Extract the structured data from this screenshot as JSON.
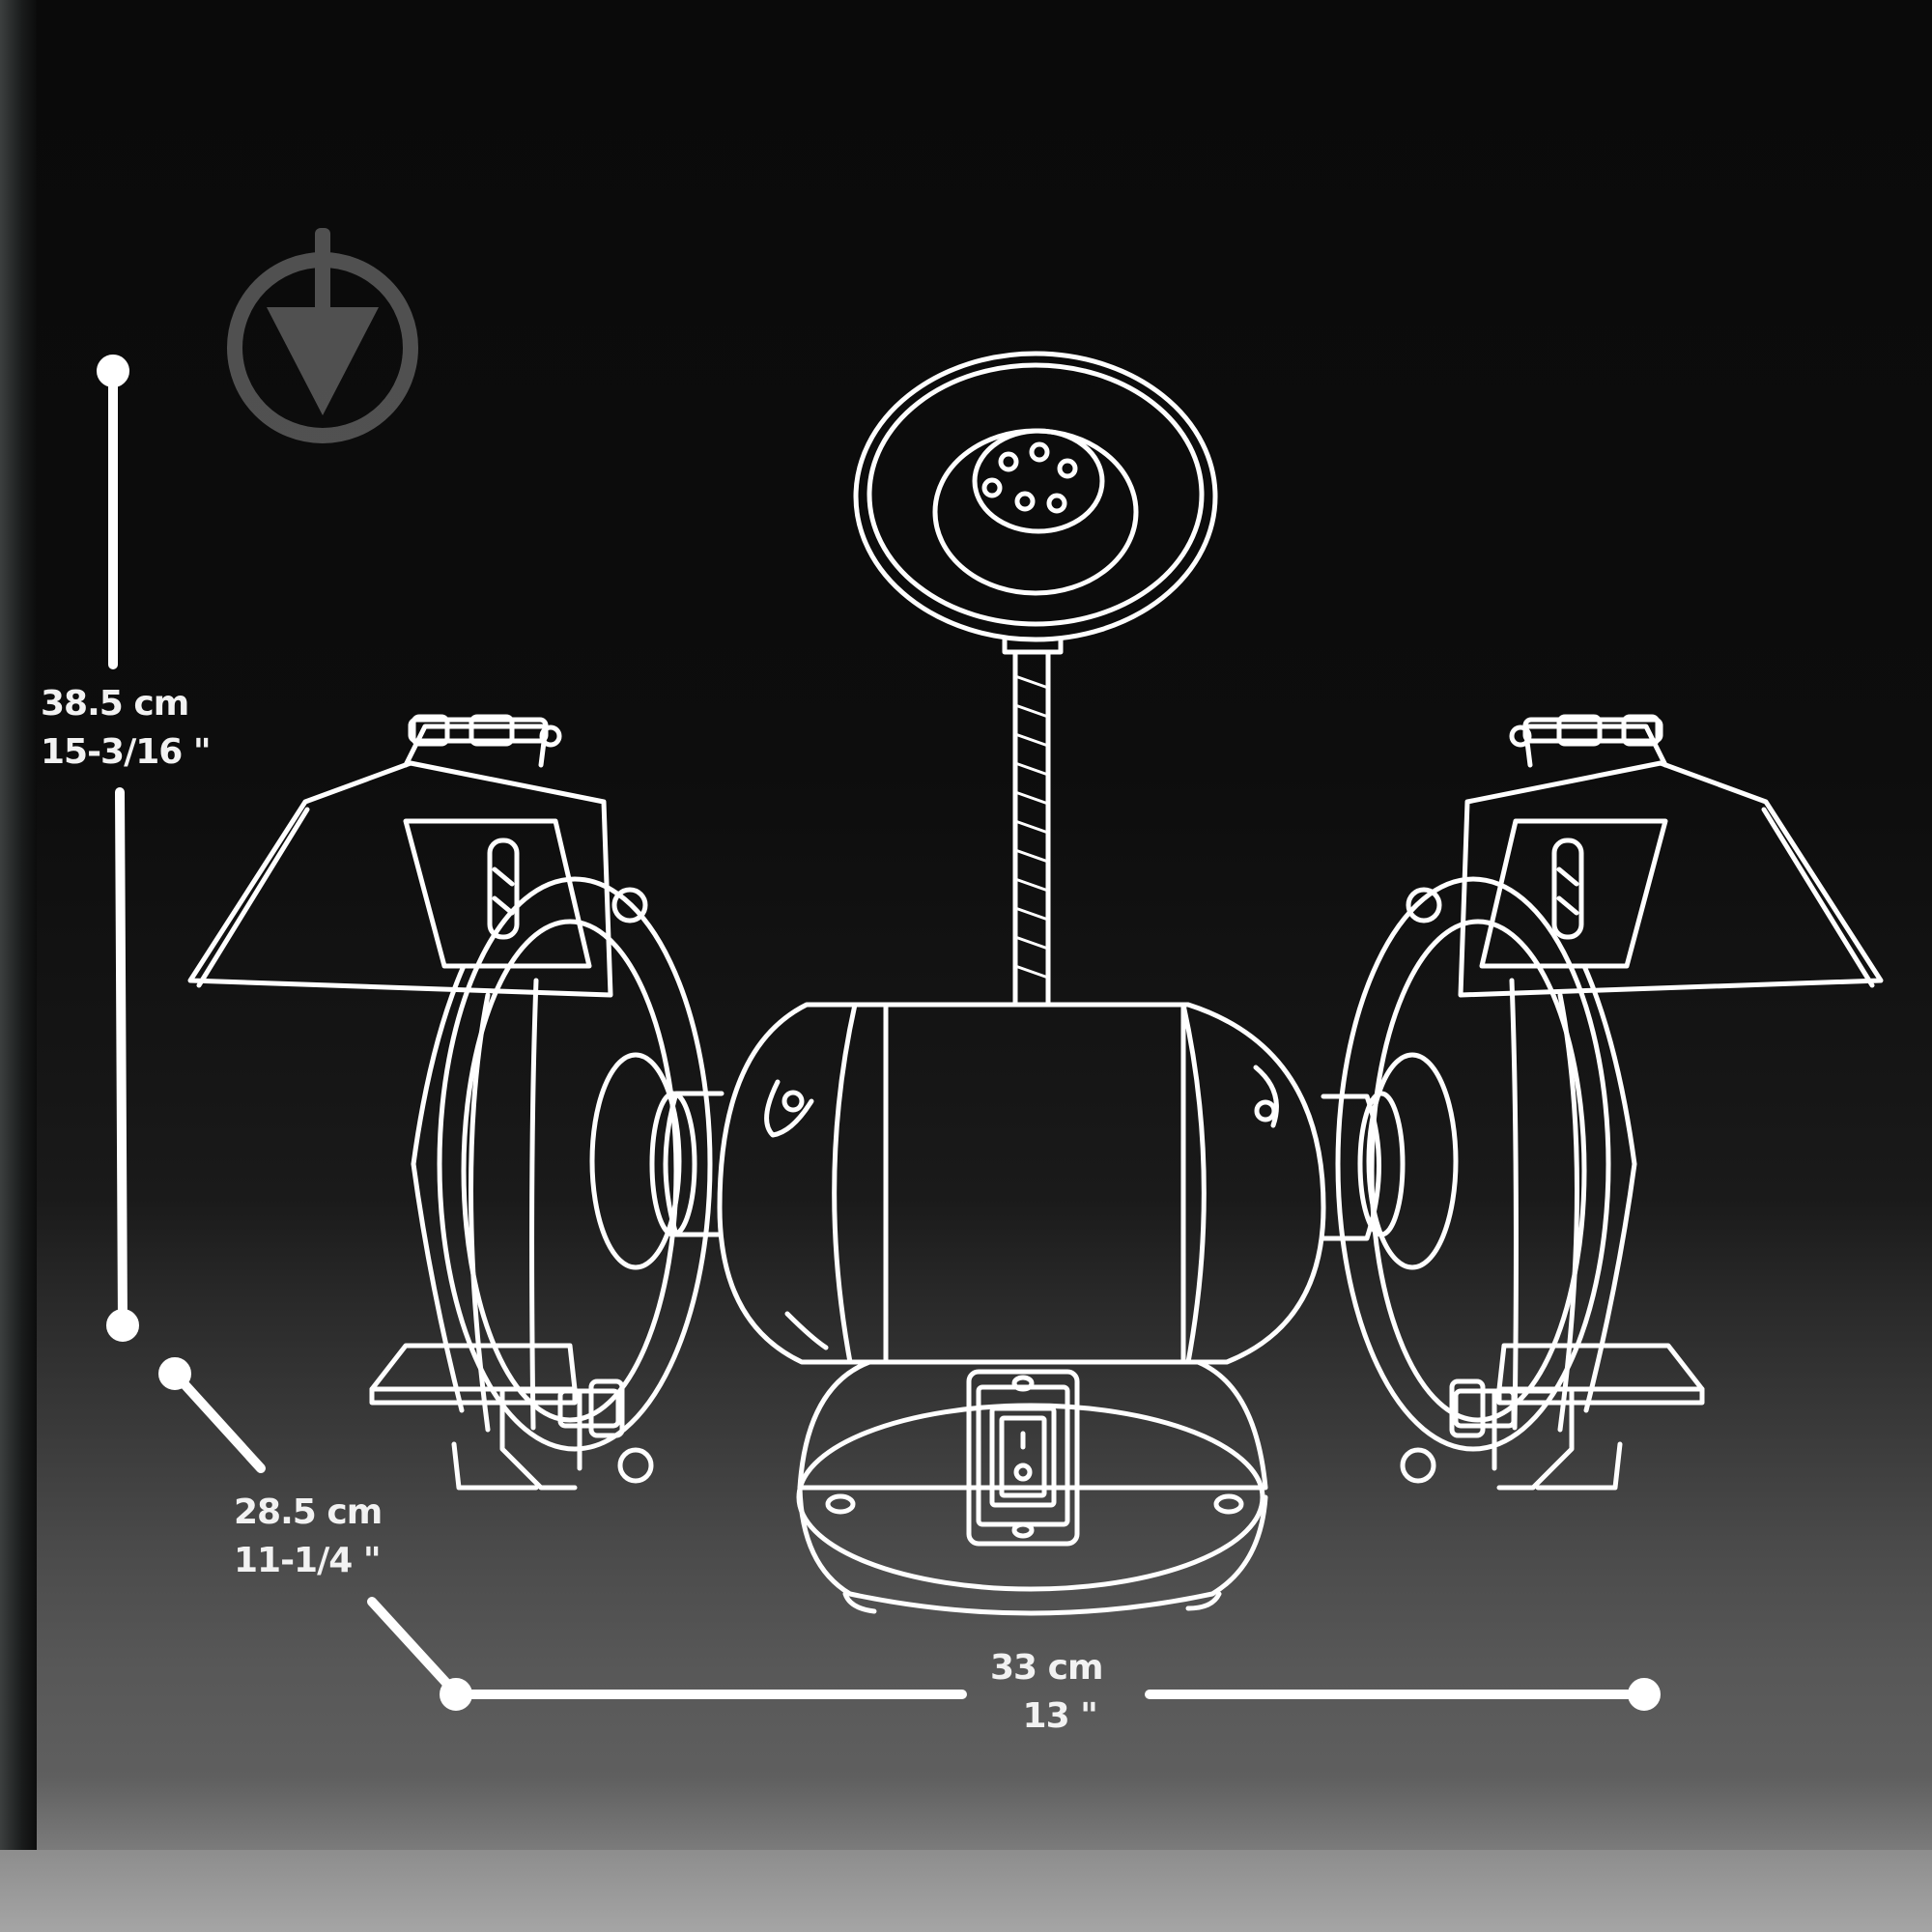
{
  "dimensions": {
    "height": {
      "metric": "38.5 cm",
      "imperial": "15-3/16 \""
    },
    "depth": {
      "metric": "28.5 cm",
      "imperial": "11-1/4 \""
    },
    "width": {
      "metric": "33 cm",
      "imperial": "13 \""
    }
  },
  "colors": {
    "line": "#ffffff",
    "background": "#0c0c0c",
    "watermark": "#8a8a8a"
  },
  "icons": [
    "watermark-logo-icon"
  ]
}
